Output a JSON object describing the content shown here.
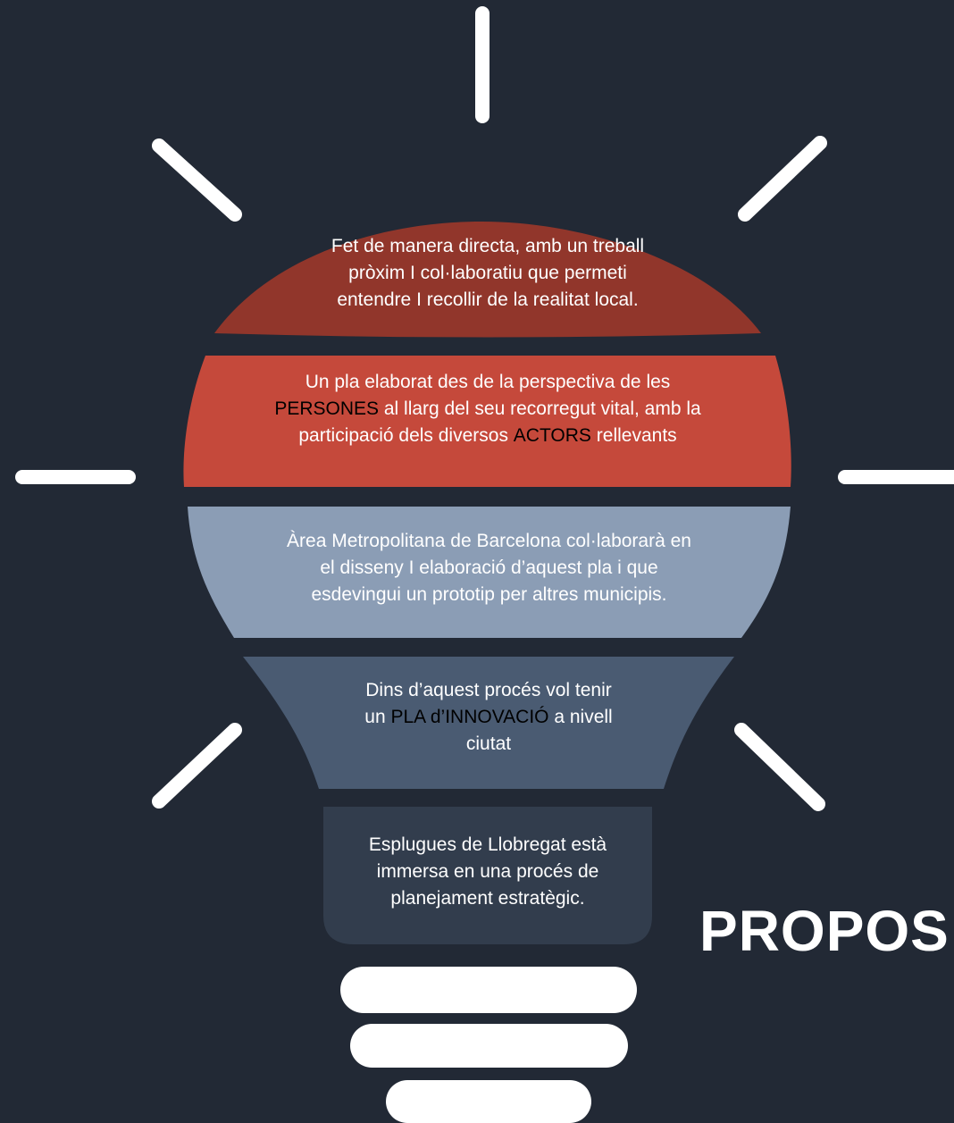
{
  "colors": {
    "background": "#222935",
    "segment1": "#91362b",
    "segment2": "#c5493b",
    "segment3": "#8b9db5",
    "segment4": "#4a5b72",
    "segment5": "#323d4d",
    "rays": "#ffffff",
    "base": "#ffffff"
  },
  "segments": [
    {
      "id": "s1",
      "lines": [
        "Fet de manera directa, amb un treball",
        "pròxim I col·laboratiu que permeti",
        "entendre I recollir de la realitat local."
      ]
    },
    {
      "id": "s2",
      "line1": "Un pla elaborat des de la perspectiva de les",
      "line2_em": "PERSONES",
      "line2_rest": " al llarg del seu recorregut vital, amb la",
      "line3_pre": "participació dels diversos ",
      "line3_em": "ACTORS",
      "line3_rest": " rellevants"
    },
    {
      "id": "s3",
      "lines": [
        "Àrea Metropolitana de Barcelona col·laborarà en",
        "el disseny I elaboració d’aquest pla i que",
        "esdevingui un prototip per altres municipis."
      ]
    },
    {
      "id": "s4",
      "line1": "Dins d’aquest procés vol tenir",
      "line2_pre": "un ",
      "line2_em": "PLA d’INNOVACIÓ",
      "line2_rest": " a nivell",
      "line3": "ciutat"
    },
    {
      "id": "s5",
      "lines": [
        "Esplugues de Llobregat està",
        "immersa en una procés de",
        "planejament estratègic."
      ]
    }
  ],
  "title": "PROPOS"
}
